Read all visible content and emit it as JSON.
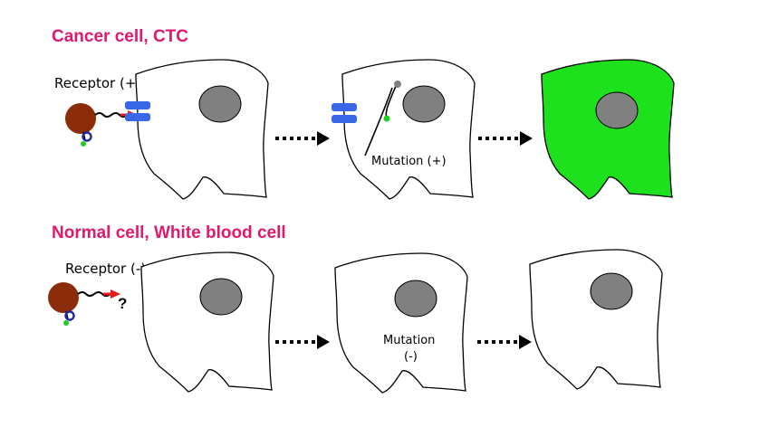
{
  "rows": [
    {
      "heading": "Cancer cell, CTC",
      "receptor_label": "Receptor (+)",
      "mutation_label": "Mutation (+)"
    },
    {
      "heading": "Normal cell, White blood cell",
      "receptor_label": "Receptor (-)",
      "query_symbol": "?",
      "mutation_label_line1": "Mutation",
      "mutation_label_line2": "(-)"
    }
  ],
  "colors": {
    "heading": "#e0186e",
    "bead": "#8b2c0b",
    "receptor": "#3a66e8",
    "nucleus": "#808080",
    "fluorescent_cell": "#1ee11e",
    "arrow_red": "#e81a1a",
    "probe_green": "#22cc22"
  }
}
